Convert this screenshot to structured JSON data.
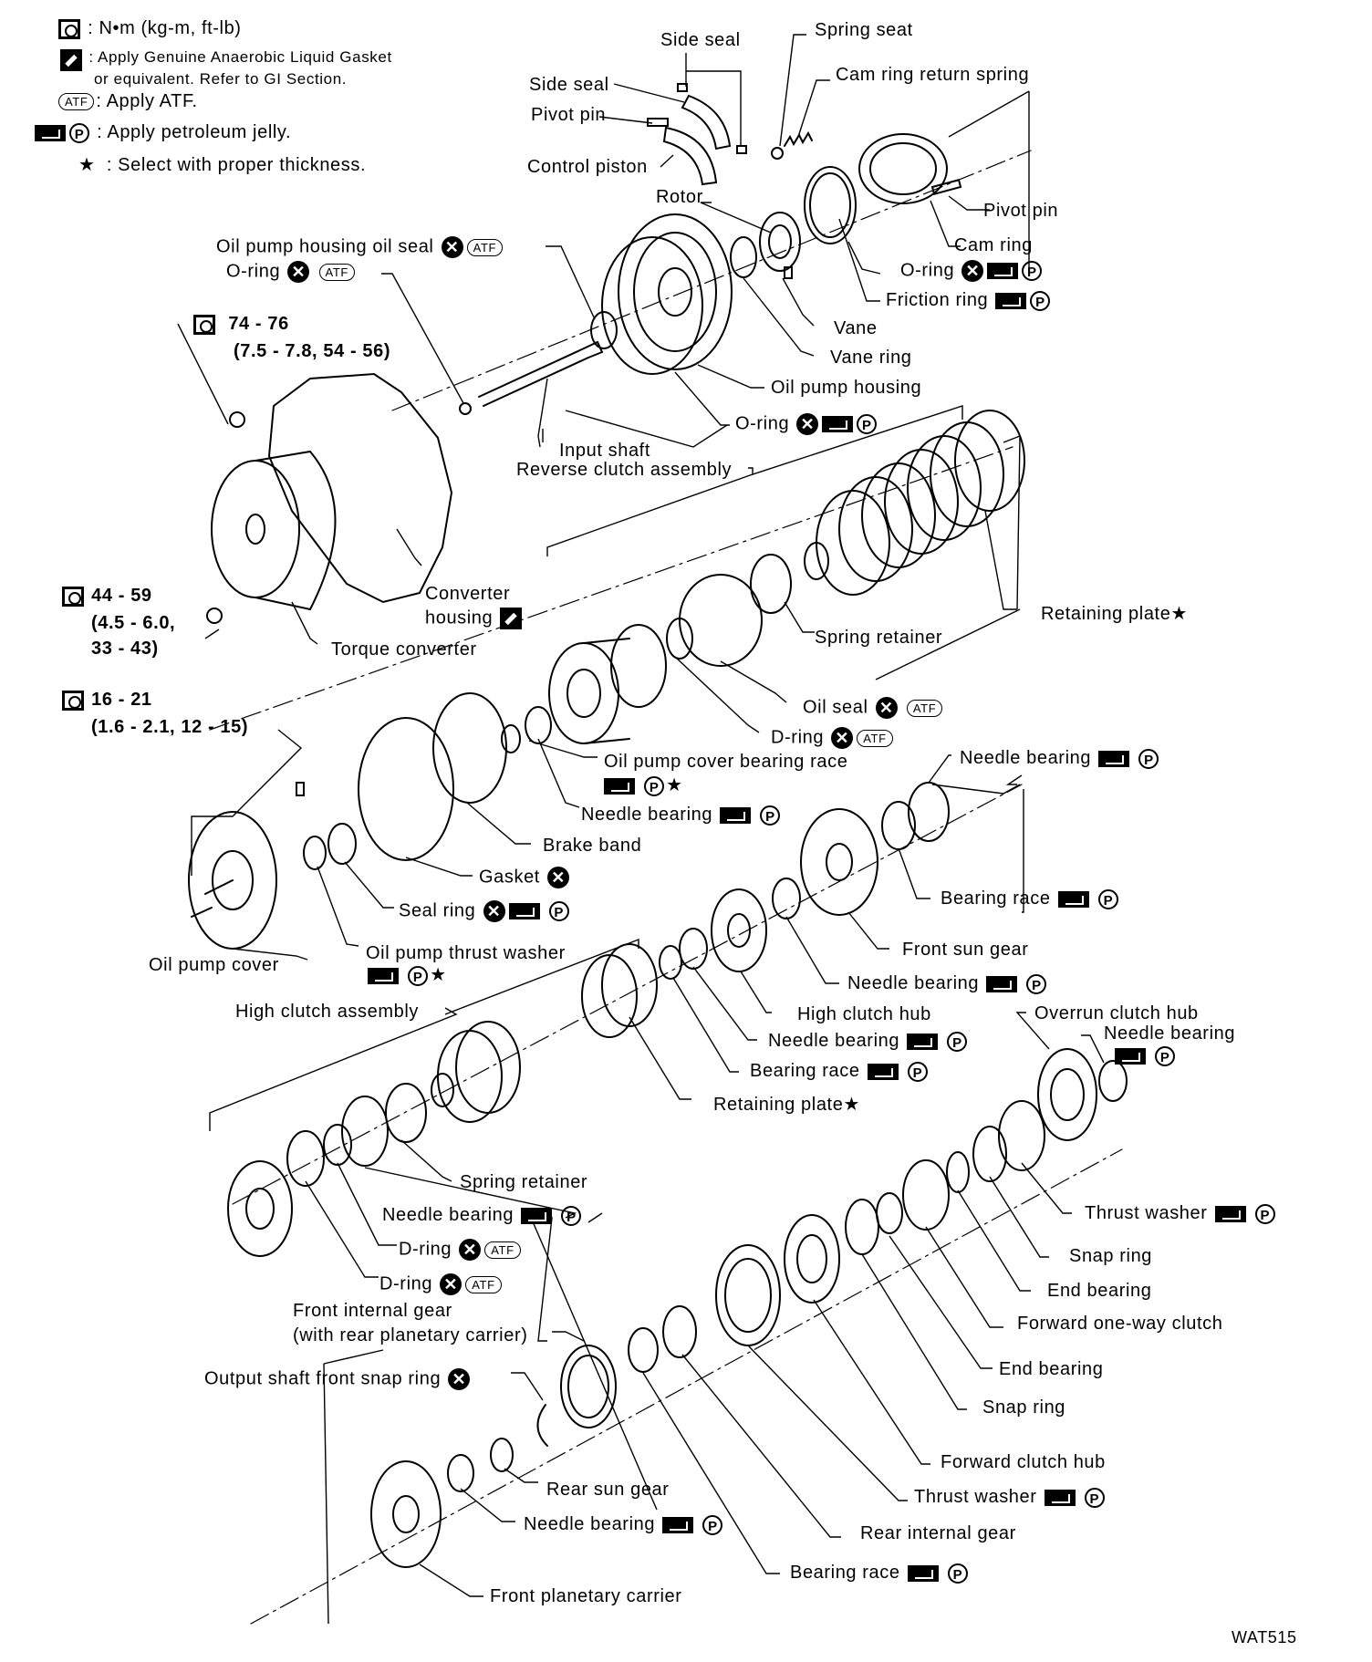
{
  "legend": {
    "torque": ": N•m (kg-m, ft-lb)",
    "gasket_1": ": Apply Genuine Anaerobic Liquid Gasket",
    "gasket_2": "or equivalent. Refer to GI Section.",
    "atf": ": Apply ATF.",
    "jelly": ": Apply petroleum jelly.",
    "star": ": Select with proper thickness."
  },
  "symbols": {
    "atf": "ATF",
    "p": "P",
    "x": "✕",
    "star": "★"
  },
  "torque_values": {
    "t1_a": "74 - 76",
    "t1_b": "(7.5 - 7.8, 54 - 56)",
    "t2_a": "44 - 59",
    "t2_b": "(4.5 - 6.0,",
    "t2_c": "33 - 43)",
    "t3_a": "16 - 21",
    "t3_b": "(1.6 - 2.1, 12 - 15)"
  },
  "labels": {
    "side_seal_top": "Side seal",
    "spring_seat": "Spring seat",
    "cam_ring_return_spring": "Cam ring return spring",
    "side_seal": "Side seal",
    "pivot_pin_left": "Pivot pin",
    "control_piston": "Control piston",
    "pivot_pin_right": "Pivot pin",
    "rotor": "Rotor",
    "cam_ring": "Cam ring",
    "oil_pump_housing_oil_seal": "Oil pump housing oil seal",
    "o_ring_upper": "O-ring",
    "o_ring_cam": "O-ring",
    "friction_ring": "Friction ring",
    "vane": "Vane",
    "vane_ring": "Vane ring",
    "oil_pump_housing": "Oil pump housing",
    "o_ring_housing": "O-ring",
    "input_shaft": "Input shaft",
    "reverse_clutch_assembly": "Reverse clutch assembly",
    "converter_housing_1": "Converter",
    "converter_housing_2": "housing",
    "torque_converter": "Torque converter",
    "retaining_plate_upper": "Retaining plate",
    "spring_retainer_upper": "Spring retainer",
    "oil_seal": "Oil seal",
    "d_ring_upper": "D-ring",
    "oil_pump_cover_bearing_race": "Oil pump cover bearing race",
    "needle_bearing_right_top": "Needle bearing",
    "needle_bearing_mid": "Needle bearing",
    "brake_band": "Brake band",
    "bearing_race_right": "Bearing race",
    "gasket": "Gasket",
    "seal_ring": "Seal ring",
    "front_sun_gear": "Front sun gear",
    "oil_pump_thrust_washer": "Oil pump thrust washer",
    "oil_pump_cover": "Oil pump cover",
    "needle_bearing_sun": "Needle bearing",
    "high_clutch_assembly": "High clutch assembly",
    "high_clutch_hub": "High clutch hub",
    "overrun_clutch_hub": "Overrun clutch hub",
    "needle_bearing_overrun": "Needle bearing",
    "needle_bearing_hub": "Needle bearing",
    "bearing_race_hub": "Bearing race",
    "retaining_plate_lower": "Retaining plate",
    "spring_retainer_lower": "Spring retainer",
    "thrust_washer_right": "Thrust washer",
    "needle_bearing_lower": "Needle bearing",
    "snap_ring_right": "Snap ring",
    "d_ring_lower_1": "D-ring",
    "end_bearing_1": "End bearing",
    "d_ring_lower_2": "D-ring",
    "front_internal_gear_1": "Front internal gear",
    "front_internal_gear_2": "(with rear planetary carrier)",
    "forward_one_way_clutch": "Forward one-way clutch",
    "end_bearing_2": "End bearing",
    "output_shaft_front_snap_ring": "Output shaft front snap ring",
    "snap_ring_lower": "Snap ring",
    "forward_clutch_hub": "Forward clutch hub",
    "rear_sun_gear": "Rear sun gear",
    "thrust_washer_lower": "Thrust washer",
    "needle_bearing_bottom": "Needle bearing",
    "rear_internal_gear": "Rear internal gear",
    "bearing_race_bottom": "Bearing race",
    "front_planetary_carrier": "Front planetary carrier"
  },
  "figure_id": "WAT515"
}
